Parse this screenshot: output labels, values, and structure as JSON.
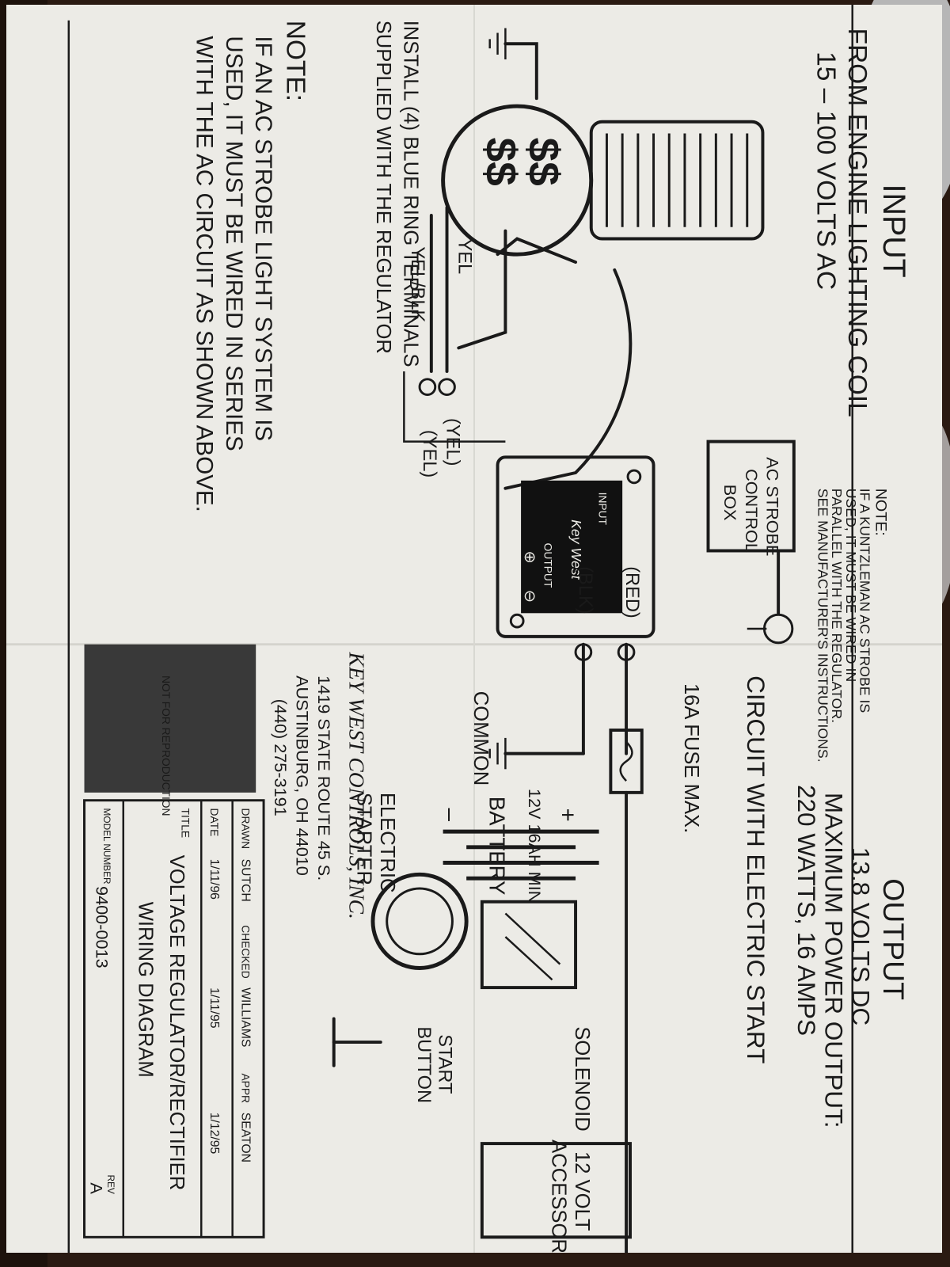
{
  "colors": {
    "paper": "#ecebe6",
    "ink": "#1a1a1a",
    "table": "#2a1a12"
  },
  "input": {
    "title": "INPUT",
    "line1": "FROM ENGINE LIGHTING COIL",
    "line2": "15 – 100 VOLTS AC"
  },
  "output": {
    "title": "OUTPUT",
    "line1": "13.8 VOLTS DC",
    "line2": "MAXIMUM POWER OUTPUT:",
    "line3": "220 WATTS, 16 AMPS"
  },
  "strobe_note": {
    "l1": "NOTE:",
    "l2": "IF A KUNTZLEMAN AC STROBE IS",
    "l3": "USED, IT MUST BE WIRED IN",
    "l4": "PARALLEL WITH THE REGULATOR.",
    "l5": "SEE MANUFACTURER'S INSTRUCTIONS."
  },
  "strobe_box": {
    "l1": "AC STROBE",
    "l2": "CONTROL",
    "l3": "BOX"
  },
  "circuit_title": "CIRCUIT WITH ELECTRIC START",
  "wires": {
    "yel1": "YEL",
    "yel_blk": "YEL/BLK",
    "term1": "(YEL)",
    "term2": "(YEL)",
    "red": "(RED)",
    "blk": "(BLK)",
    "common": "COMMON"
  },
  "regulator": {
    "input": "INPUT",
    "output": "OUTPUT",
    "brand": "Key West",
    "plus": "⊕",
    "minus": "⊖"
  },
  "fuse": "16A FUSE MAX.",
  "battery": {
    "title": "BATTERY",
    "spec": "12V 16AH MIN",
    "plus": "+",
    "minus": "–"
  },
  "starter": {
    "l1": "ELECTRIC",
    "l2": "STARTER"
  },
  "solenoid": "SOLENOID",
  "start_button": {
    "l1": "START",
    "l2": "BUTTON"
  },
  "accessories": {
    "l1": "12 VOLT",
    "l2": "ACCESSORIES"
  },
  "install_note": {
    "l1": "INSTALL (4) BLUE RING TERMINALS",
    "l2": "SUPPLIED WITH THE REGULATOR"
  },
  "bottom_note": {
    "title": "NOTE:",
    "l1": "IF AN AC STROBE LIGHT SYSTEM IS",
    "l2": "USED, IT MUST BE WIRED IN SERIES",
    "l3": "WITH THE AC CIRCUIT AS SHOWN ABOVE."
  },
  "company": {
    "name": "KEY WEST CONTROLS, INC.",
    "addr1": "1419 STATE ROUTE 45 S.",
    "addr2": "AUSTINBURG, OH 44010",
    "phone": "(440) 275-3191"
  },
  "title_block": {
    "drawn_lbl": "DRAWN",
    "drawn": "SUTCH",
    "checked_lbl": "CHECKED",
    "checked": "WILLIAMS",
    "appr_lbl": "APPR",
    "appr": "SEATON",
    "date_lbl": "DATE",
    "date1": "1/11/96",
    "date2": "1/11/95",
    "date3": "1/12/95",
    "title_lbl": "TITLE",
    "title1": "VOLTAGE REGULATOR/RECTIFIER",
    "title2": "WIRING DIAGRAM",
    "model_lbl": "MODEL NUMBER",
    "model": "9400-0013",
    "rev_lbl": "REV",
    "rev": "A",
    "repro": "NOT FOR REPRODUCTION"
  }
}
